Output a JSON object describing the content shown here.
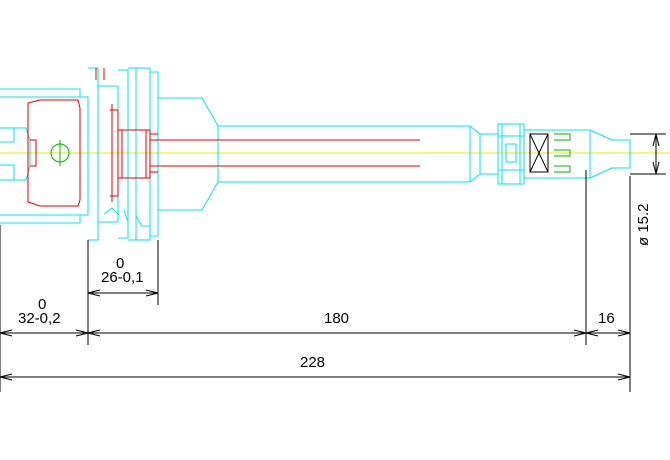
{
  "dimensions": {
    "d_26_upper": "0",
    "d_26_main": "26-0,1",
    "d_32_upper": "0",
    "d_32_main": "32-0,2",
    "d_180": "180",
    "d_16": "16",
    "d_228": "228",
    "d_dia": "ø 15.2"
  },
  "colors": {
    "outline": "#00e5ee",
    "inner": "#e00000",
    "centerline": "#e8e800",
    "detail": "#00b000",
    "dimension": "#000000"
  }
}
